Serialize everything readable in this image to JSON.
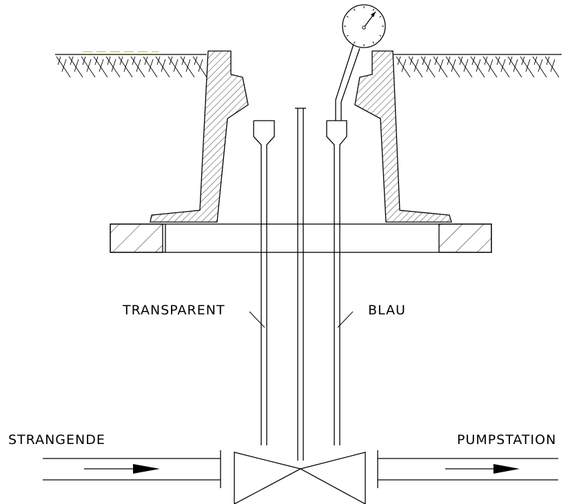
{
  "labels": {
    "transparent": "TRANSPARENT",
    "blau": "BLAU",
    "strangende": "STRANGENDE",
    "pumpstation": "PUMPSTATION"
  },
  "colors": {
    "line": "#000000",
    "accent": "#c8c800",
    "background": "#ffffff"
  },
  "icons": {
    "gauge": "pressure-gauge-icon",
    "flow_arrow": "flow-arrow-icon"
  }
}
